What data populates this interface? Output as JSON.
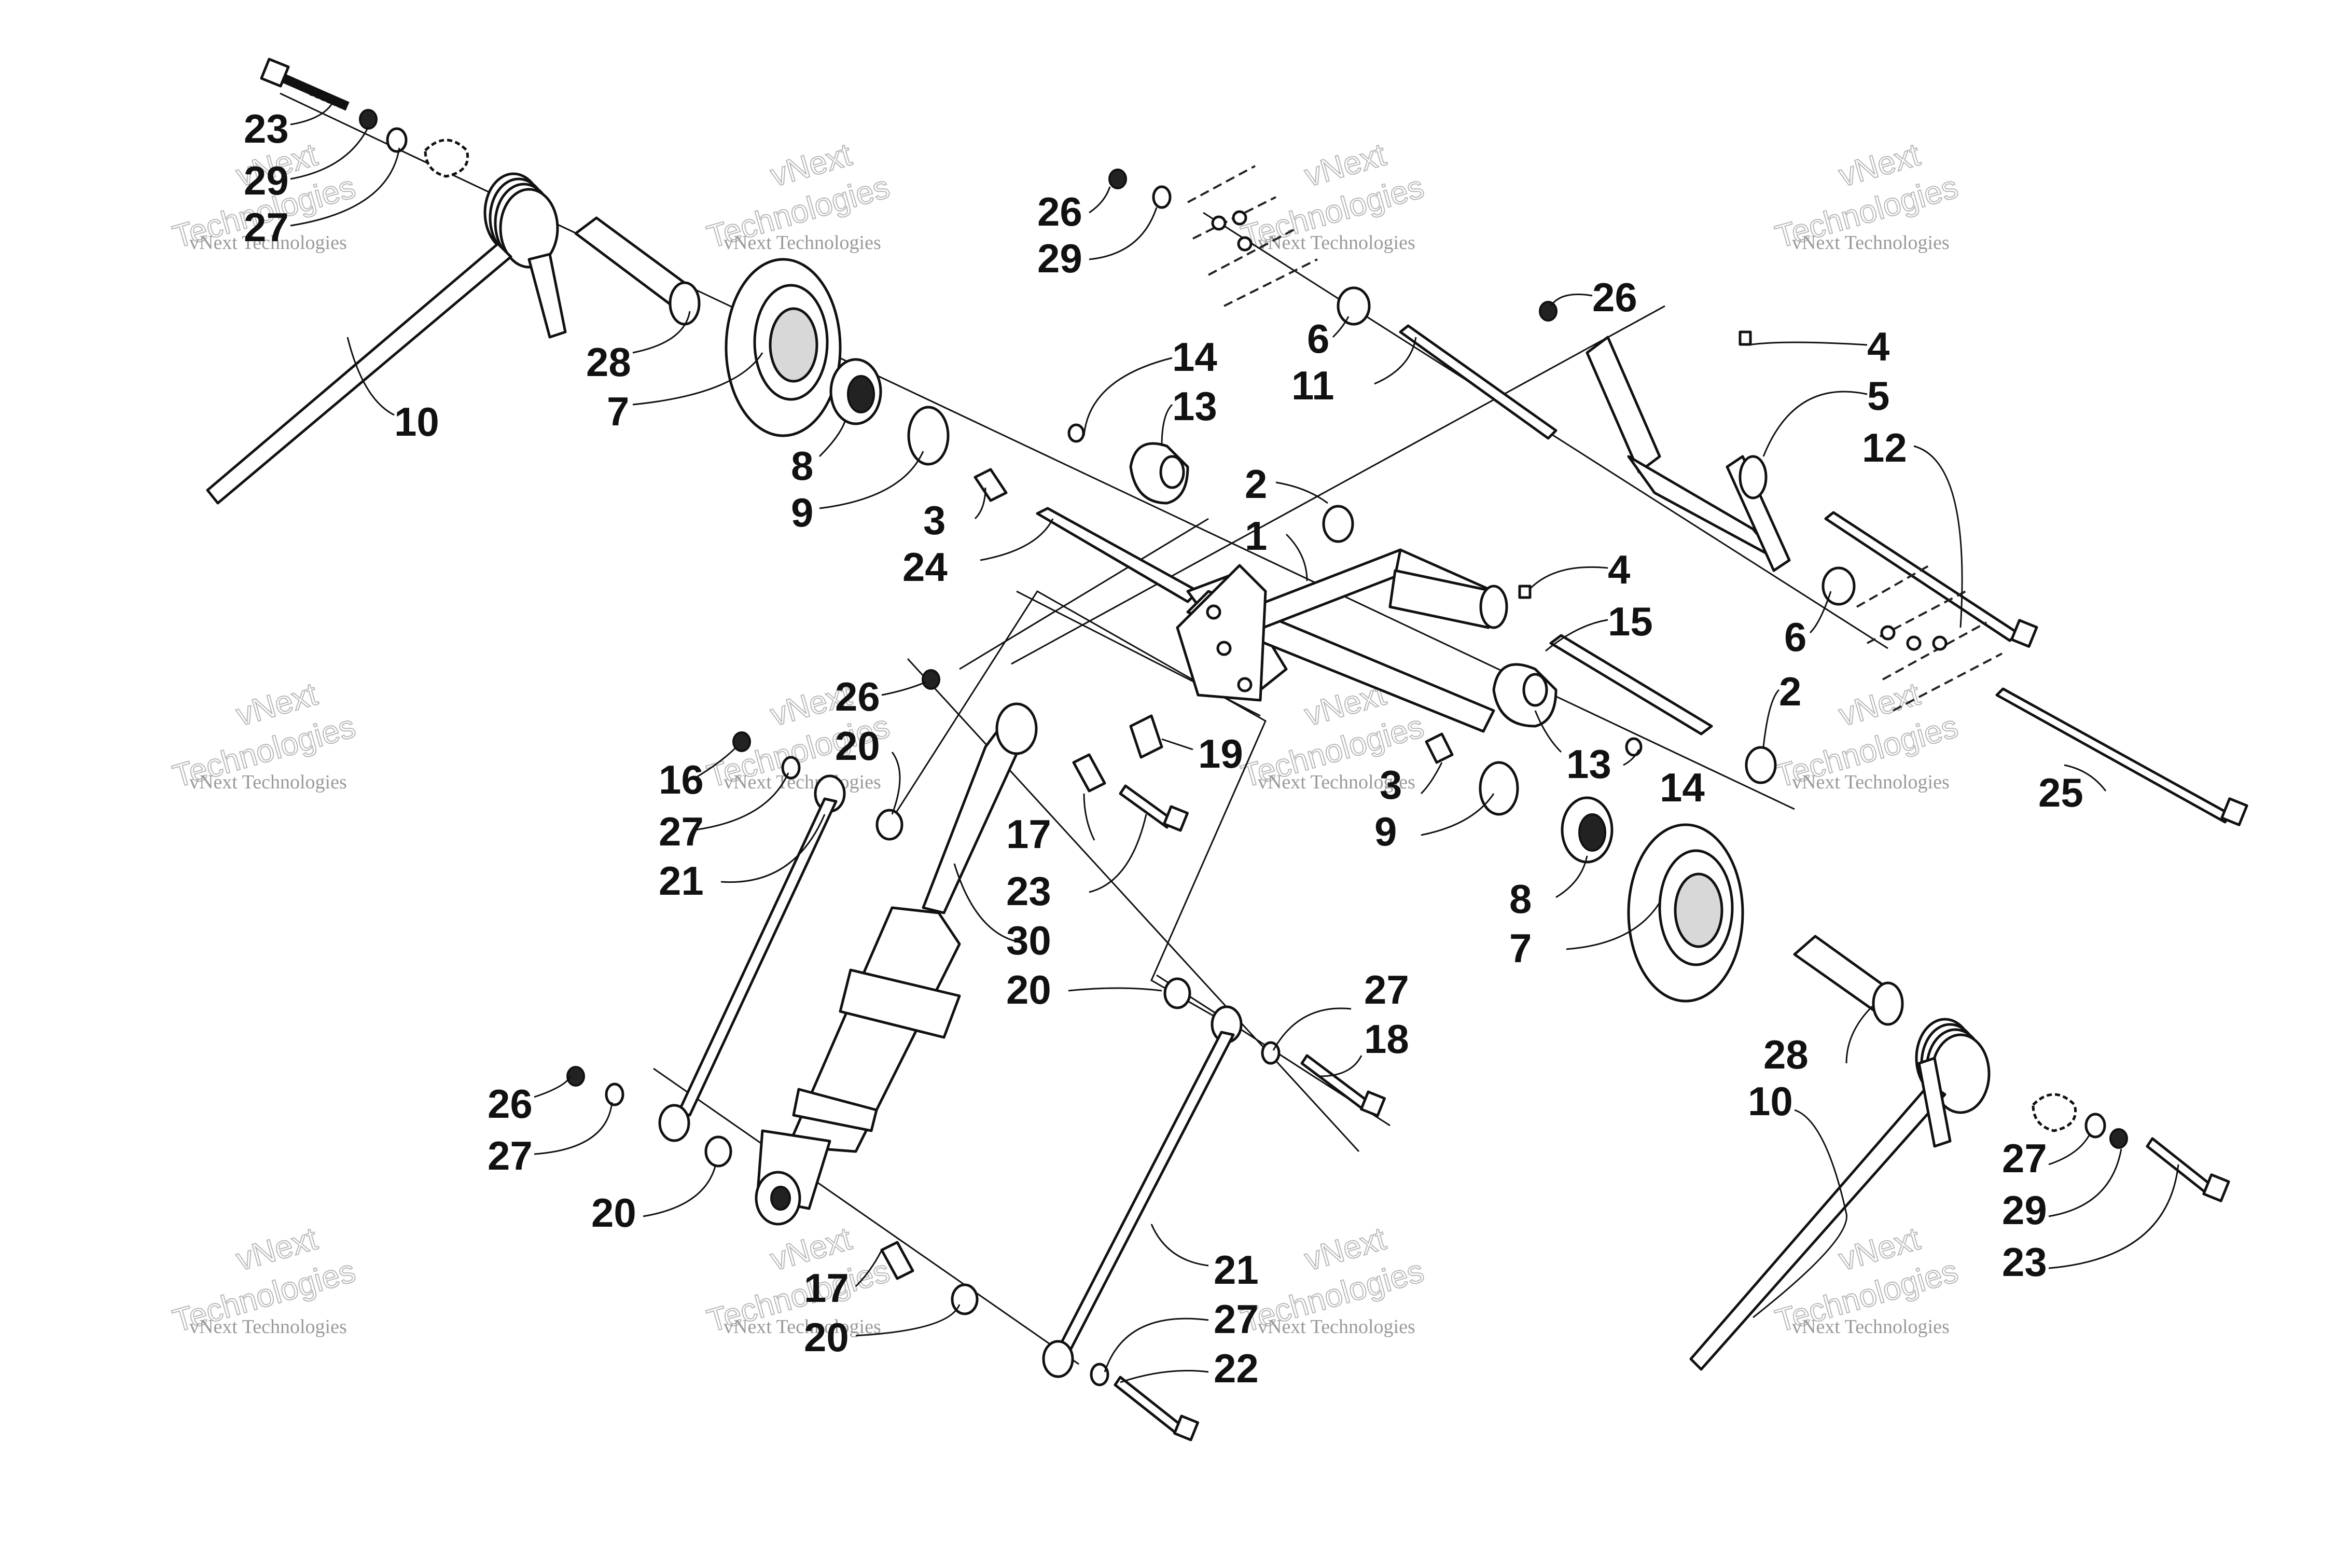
{
  "watermark": {
    "line1": "vNext",
    "line2": "Technologies",
    "full": "vNext Technologies"
  },
  "callouts": [
    {
      "id": "c-23-top",
      "text": "23"
    },
    {
      "id": "c-29-top",
      "text": "29"
    },
    {
      "id": "c-27-top",
      "text": "27"
    },
    {
      "id": "c-28-top",
      "text": "28"
    },
    {
      "id": "c-7-top",
      "text": "7"
    },
    {
      "id": "c-10-top",
      "text": "10"
    },
    {
      "id": "c-8-top",
      "text": "8"
    },
    {
      "id": "c-9-top",
      "text": "9"
    },
    {
      "id": "c-3-top",
      "text": "3"
    },
    {
      "id": "c-24",
      "text": "24"
    },
    {
      "id": "c-14-top",
      "text": "14"
    },
    {
      "id": "c-13-top",
      "text": "13"
    },
    {
      "id": "c-2-top",
      "text": "2"
    },
    {
      "id": "c-1",
      "text": "1"
    },
    {
      "id": "c-26-topmid",
      "text": "26"
    },
    {
      "id": "c-29-topmid",
      "text": "29"
    },
    {
      "id": "c-6-top",
      "text": "6"
    },
    {
      "id": "c-11",
      "text": "11"
    },
    {
      "id": "c-26-topright",
      "text": "26"
    },
    {
      "id": "c-4-top",
      "text": "4"
    },
    {
      "id": "c-5",
      "text": "5"
    },
    {
      "id": "c-12",
      "text": "12"
    },
    {
      "id": "c-4-mid",
      "text": "4"
    },
    {
      "id": "c-15",
      "text": "15"
    },
    {
      "id": "c-6-mid",
      "text": "6"
    },
    {
      "id": "c-2-mid",
      "text": "2"
    },
    {
      "id": "c-25",
      "text": "25"
    },
    {
      "id": "c-26-mid",
      "text": "26"
    },
    {
      "id": "c-20-mid",
      "text": "20"
    },
    {
      "id": "c-19",
      "text": "19"
    },
    {
      "id": "c-16",
      "text": "16"
    },
    {
      "id": "c-27-left",
      "text": "27"
    },
    {
      "id": "c-21-left",
      "text": "21"
    },
    {
      "id": "c-17-mid",
      "text": "17"
    },
    {
      "id": "c-23-mid",
      "text": "23"
    },
    {
      "id": "c-30",
      "text": "30"
    },
    {
      "id": "c-3-mid",
      "text": "3"
    },
    {
      "id": "c-9-mid",
      "text": "9"
    },
    {
      "id": "c-13-mid",
      "text": "13"
    },
    {
      "id": "c-14-mid",
      "text": "14"
    },
    {
      "id": "c-8-mid",
      "text": "8"
    },
    {
      "id": "c-7-mid",
      "text": "7"
    },
    {
      "id": "c-20-center",
      "text": "20"
    },
    {
      "id": "c-27-center",
      "text": "27"
    },
    {
      "id": "c-18",
      "text": "18"
    },
    {
      "id": "c-28-right",
      "text": "28"
    },
    {
      "id": "c-10-right",
      "text": "10"
    },
    {
      "id": "c-27-right",
      "text": "27"
    },
    {
      "id": "c-29-right",
      "text": "29"
    },
    {
      "id": "c-23-right",
      "text": "23"
    },
    {
      "id": "c-26-bl",
      "text": "26"
    },
    {
      "id": "c-27-bl",
      "text": "27"
    },
    {
      "id": "c-20-bl",
      "text": "20"
    },
    {
      "id": "c-17-bottom",
      "text": "17"
    },
    {
      "id": "c-20-bottom",
      "text": "20"
    },
    {
      "id": "c-21-bottom",
      "text": "21"
    },
    {
      "id": "c-27-bottom",
      "text": "27"
    },
    {
      "id": "c-22",
      "text": "22"
    }
  ]
}
